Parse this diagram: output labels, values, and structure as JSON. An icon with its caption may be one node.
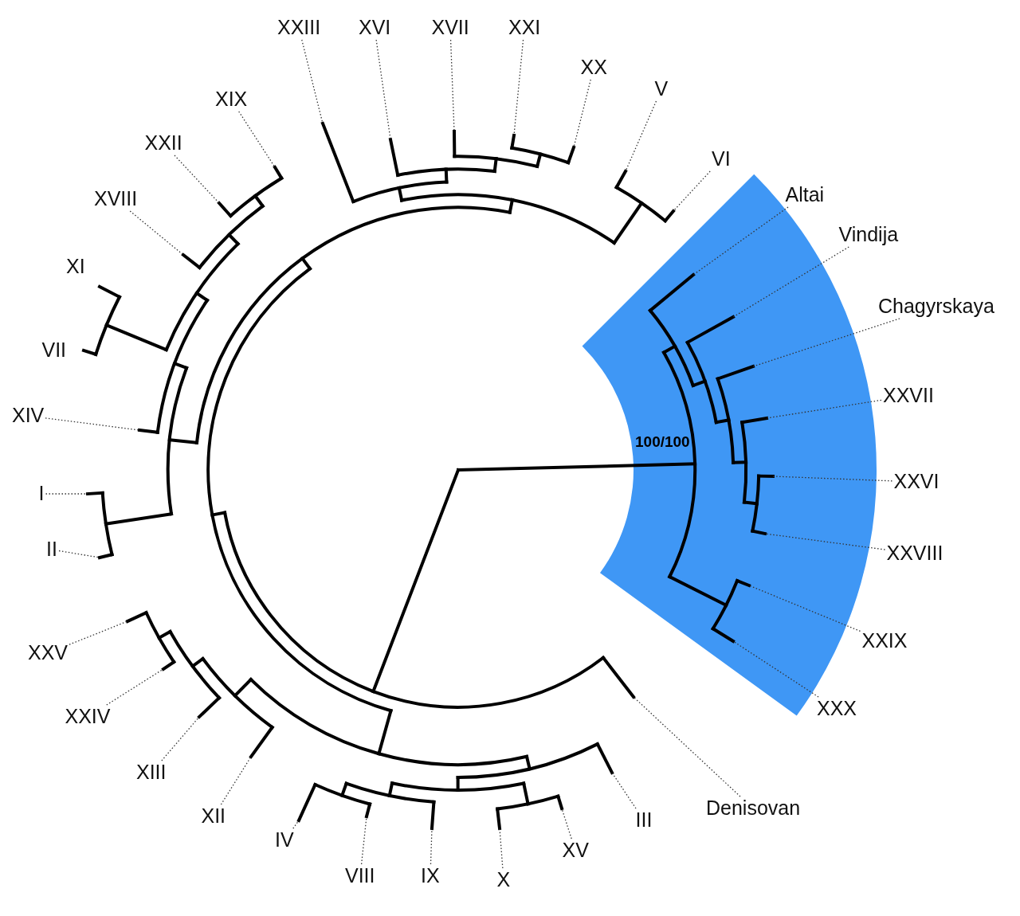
{
  "diagram": {
    "nodes": [
      {
        "text": [
          "Altai"
        ]
      },
      {
        "text": [
          "Vindija"
        ]
      },
      {
        "text": [
          "Chagyrskaya"
        ]
      },
      {
        "text": [
          "XXVII"
        ]
      },
      {
        "text": [
          "XXVI"
        ]
      },
      {
        "text": [
          "XXVIII"
        ]
      },
      {
        "text": [
          "XXIX"
        ]
      },
      {
        "text": [
          "XXX"
        ]
      },
      {
        "text": [
          "Denisovan"
        ]
      },
      {
        "text": [
          "III"
        ]
      },
      {
        "text": [
          "XV"
        ]
      },
      {
        "text": [
          "X"
        ]
      },
      {
        "text": [
          "IX"
        ]
      },
      {
        "text": [
          "VIII"
        ]
      },
      {
        "text": [
          "IV"
        ]
      },
      {
        "text": [
          "XII"
        ]
      },
      {
        "text": [
          "XIII"
        ]
      },
      {
        "text": [
          "XXIV"
        ]
      },
      {
        "text": [
          "XXV"
        ]
      },
      {
        "text": [
          "II"
        ]
      },
      {
        "text": [
          "I"
        ]
      },
      {
        "text": [
          "XIV"
        ]
      },
      {
        "text": [
          "VII"
        ]
      },
      {
        "text": [
          "XI"
        ]
      },
      {
        "text": [
          "XVIII"
        ]
      },
      {
        "text": [
          "XXII"
        ]
      },
      {
        "text": [
          "XIX"
        ]
      },
      {
        "text": [
          "XXIII"
        ]
      },
      {
        "text": [
          "XVI"
        ]
      },
      {
        "text": [
          "XVII"
        ]
      },
      {
        "text": [
          "XXI"
        ]
      },
      {
        "text": [
          "XX"
        ]
      },
      {
        "text": [
          "V"
        ]
      },
      {
        "text": [
          "VI"
        ]
      }
    ],
    "edges": [
      {
        "from": 0,
        "to": null,
        "arrow": "none"
      },
      {
        "from": 1,
        "to": null,
        "arrow": "none"
      },
      {
        "from": 2,
        "to": null,
        "arrow": "none"
      },
      {
        "from": 3,
        "to": null,
        "arrow": "none"
      },
      {
        "from": 4,
        "to": null,
        "arrow": "none"
      },
      {
        "from": 5,
        "to": null,
        "arrow": "none"
      },
      {
        "from": 6,
        "to": null,
        "arrow": "none"
      },
      {
        "from": 7,
        "to": null,
        "arrow": "none"
      },
      {
        "from": 8,
        "to": null,
        "arrow": "none"
      },
      {
        "from": 9,
        "to": null,
        "arrow": "none"
      },
      {
        "from": 10,
        "to": null,
        "arrow": "none"
      },
      {
        "from": 11,
        "to": null,
        "arrow": "none"
      },
      {
        "from": 12,
        "to": null,
        "arrow": "none"
      },
      {
        "from": 13,
        "to": null,
        "arrow": "none"
      },
      {
        "from": 14,
        "to": null,
        "arrow": "none"
      },
      {
        "from": 15,
        "to": null,
        "arrow": "none"
      },
      {
        "from": 16,
        "to": null,
        "arrow": "none"
      },
      {
        "from": 17,
        "to": null,
        "arrow": "none"
      },
      {
        "from": 18,
        "to": null,
        "arrow": "none"
      },
      {
        "from": 19,
        "to": null,
        "arrow": "none"
      },
      {
        "from": 20,
        "to": null,
        "arrow": "none"
      },
      {
        "from": 21,
        "to": null,
        "arrow": "none"
      },
      {
        "from": 24,
        "to": null,
        "arrow": "none"
      },
      {
        "from": 25,
        "to": null,
        "arrow": "none"
      },
      {
        "from": 26,
        "to": null,
        "arrow": "none"
      },
      {
        "from": 27,
        "to": null,
        "arrow": "none"
      },
      {
        "from": 28,
        "to": null,
        "arrow": "none"
      },
      {
        "from": 29,
        "to": null,
        "arrow": "none"
      },
      {
        "from": 30,
        "to": null,
        "arrow": "none"
      },
      {
        "from": 31,
        "to": null,
        "arrow": "none"
      },
      {
        "from": 32,
        "to": null,
        "arrow": "none"
      },
      {
        "from": 33,
        "to": null,
        "arrow": "none"
      }
    ],
    "labels": [
      "100/100"
    ]
  }
}
